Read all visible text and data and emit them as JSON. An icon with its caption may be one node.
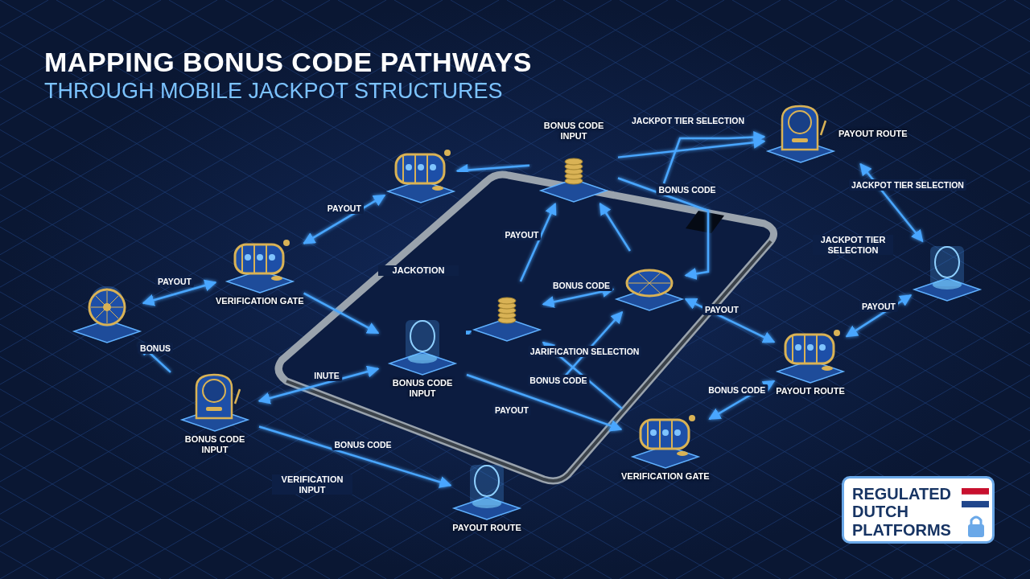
{
  "diagram": {
    "title": "MAPPING BONUS CODE PATHWAYS",
    "nodes": [
      {
        "text": [],
        "shape": "picture"
      },
      {
        "text": [
          "VERIFICATION GATE"
        ]
      },
      {
        "text": [],
        "shape": "picture"
      },
      {
        "text": [
          "BONUS CODE INPUT"
        ]
      },
      {
        "text": [
          "BONUS CODE INPUT"
        ]
      },
      {
        "text": [],
        "shape": "picture"
      },
      {
        "text": [],
        "shape": "picture"
      },
      {
        "text": [
          "PAYOUT ROUTE"
        ]
      },
      {
        "text": [],
        "shape": "picture"
      },
      {
        "text": [
          "PAYOUT ROUTE"
        ]
      },
      {
        "text": [
          "VERIFICATION GATE"
        ]
      },
      {
        "text": [
          "BONUS CODE INPUT"
        ]
      },
      {
        "text": [
          "PAYOUT ROUTE"
        ]
      }
    ],
    "edges": [
      {
        "from": 1,
        "to": 0,
        "arrow": "both",
        "label": "PAYOUT"
      },
      {
        "from": 1,
        "to": 2,
        "arrow": "both",
        "label": "PAYOUT"
      },
      {
        "from": 1,
        "to": 4,
        "arrow": "to"
      },
      {
        "from": 3,
        "to": 2,
        "arrow": "to"
      },
      {
        "from": 5,
        "to": 3,
        "arrow": "to",
        "label": "PAYOUT"
      },
      {
        "from": 5,
        "to": 6,
        "arrow": "both",
        "label": "BONUS CODE"
      },
      {
        "from": 6,
        "to": 3,
        "arrow": "to"
      },
      {
        "from": 3,
        "to": 6,
        "arrow": "to",
        "label": "BONUS CODE"
      },
      {
        "from": 4,
        "to": 5,
        "arrow": "to"
      },
      {
        "from": null,
        "to": 6,
        "arrow": "to",
        "label": "JARIFICATION SELECTION"
      },
      {
        "from": 10,
        "to": 5,
        "arrow": "to",
        "label": "BONUS CODE"
      },
      {
        "from": 9,
        "to": 6,
        "arrow": "both",
        "label": "PAYOUT"
      },
      {
        "from": 9,
        "to": 8,
        "arrow": "both",
        "label": "PAYOUT"
      },
      {
        "from": 10,
        "to": 9,
        "arrow": "both",
        "label": "BONUS CODE"
      },
      {
        "from": 4,
        "to": 10,
        "arrow": "to",
        "label": "PAYOUT"
      },
      {
        "from": 11,
        "to": 0,
        "arrow": "to",
        "label": "BONUS"
      },
      {
        "from": 11,
        "to": 4,
        "arrow": "both",
        "label": "INUTE"
      },
      {
        "from": 11,
        "to": 12,
        "arrow": "to",
        "label": "BONUS CODE"
      },
      {
        "from": null,
        "to": 7,
        "arrow": "to",
        "label": "JACKPOT TIER SELECTION"
      },
      {
        "from": 3,
        "to": 7,
        "arrow": "to"
      },
      {
        "from": 7,
        "to": 8,
        "arrow": "both",
        "label": "JACKPOT TIER SELECTION"
      }
    ],
    "labels": [
      "THROUGH MOBILE JACKPOT STRUCTURES",
      "JACKOTION",
      "VERIFICATION INPUT",
      "JACKPOT TIER SELECTION",
      "REGULATED DUTCH PLATFORMS"
    ]
  }
}
